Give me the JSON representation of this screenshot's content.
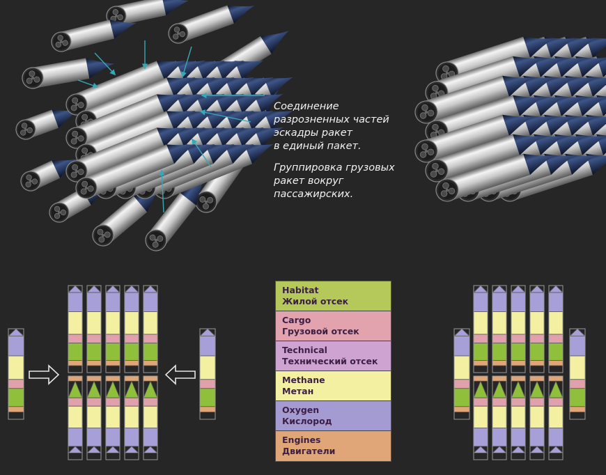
{
  "caption": {
    "line1": "Соединение\nразрозненных частей\nэскадры ракет\nв единый пакет.",
    "line2": "Группировка грузовых\nракет вокруг\nпассажирских."
  },
  "legend": [
    {
      "en": "Habitat",
      "ru": "Жилой отсек",
      "color": "#b4c95a"
    },
    {
      "en": "Cargo",
      "ru": "Грузовой отсек",
      "color": "#e3a3ae"
    },
    {
      "en": "Technical",
      "ru": "Технический отсек",
      "color": "#cfa3d1"
    },
    {
      "en": "Methane",
      "ru": "Метан",
      "color": "#f3f0a2"
    },
    {
      "en": "Oxygen",
      "ru": "Кислород",
      "color": "#a59bd3"
    },
    {
      "en": "Engines",
      "ru": "Двигатели",
      "color": "#e1a677"
    }
  ],
  "colors": {
    "background": "#262626",
    "rocket_body": "#c8c8c8",
    "rocket_nose": "#1b2a52",
    "arrow_teal": "#36a9b7",
    "habitat": "#8fbf3b",
    "cargo": "#e0a1ad",
    "methane": "#f3f0a2",
    "oxygen": "#a69fd8",
    "engines": "#e1a677",
    "technical": "#cfa3d1"
  }
}
